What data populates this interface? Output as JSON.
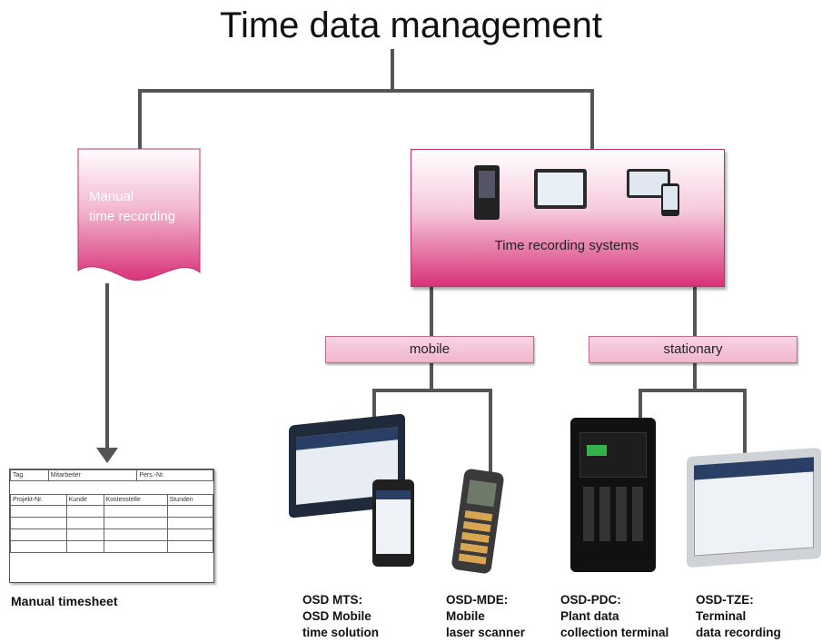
{
  "title": "Time data management",
  "manual": {
    "line1": "Manual",
    "line2": "time recording",
    "caption": "Manual timesheet",
    "sheet": {
      "header": [
        "Tag",
        "Mitarbeiter",
        "Pers.-Nr."
      ],
      "columns": [
        "Projekt-Nr.",
        "Kunde",
        "Kostenstelle",
        "Stunden"
      ]
    }
  },
  "systems": {
    "label": "Time recording systems",
    "mobile": "mobile",
    "stationary": "stationary"
  },
  "devices": [
    {
      "line1": "OSD MTS:",
      "line2": "OSD Mobile",
      "line3": "time solution"
    },
    {
      "line1": "OSD-MDE:",
      "line2": "Mobile",
      "line3": "laser scanner"
    },
    {
      "line1": "OSD-PDC:",
      "line2": "Plant data",
      "line3": "collection terminal"
    },
    {
      "line1": "OSD-TZE:",
      "line2": "Terminal",
      "line3": "data recording"
    }
  ],
  "colors": {
    "accent": "#d83279",
    "line": "#555555"
  }
}
